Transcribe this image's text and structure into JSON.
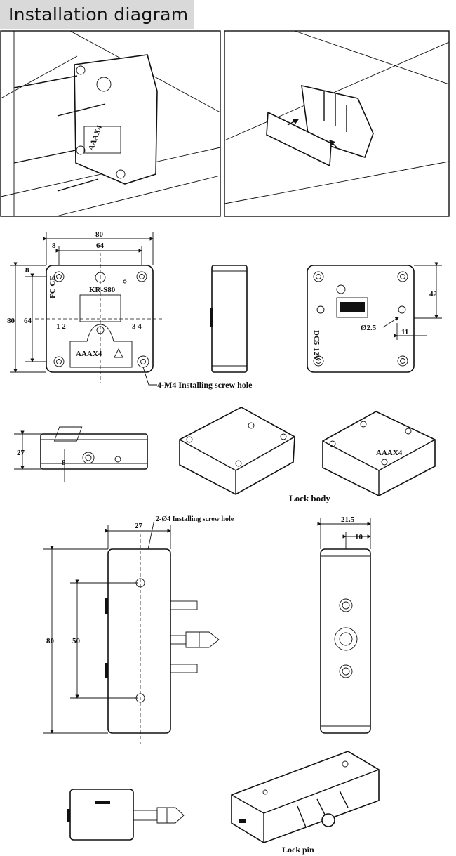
{
  "header": {
    "title": "Installation diagram"
  },
  "front_view": {
    "width_total": "80",
    "offset_left": "8",
    "hole_spacing_h": "64",
    "offset_top": "8",
    "height_total": "80",
    "hole_spacing_v": "64",
    "model": "KR-S80",
    "fcc": "FC CE",
    "terminals_left": "1 2",
    "terminals_right": "3 4",
    "battery": "AAAX4",
    "screw_note": "4-M4 Installing screw hole"
  },
  "back_view": {
    "dim_42": "42",
    "dim_dia": "Ø2.5",
    "dim_11": "11",
    "voltage": "DC5-12V"
  },
  "side_view": {
    "height": "27",
    "dim_8": "8"
  },
  "lock_body_label": "Lock body",
  "lock_pin": {
    "screw_note": "2-Ø4 Installing screw hole",
    "width": "27",
    "length": "80",
    "hole_spacing": "50",
    "side_width": "21.5",
    "side_offset": "10",
    "label": "Lock pin"
  }
}
